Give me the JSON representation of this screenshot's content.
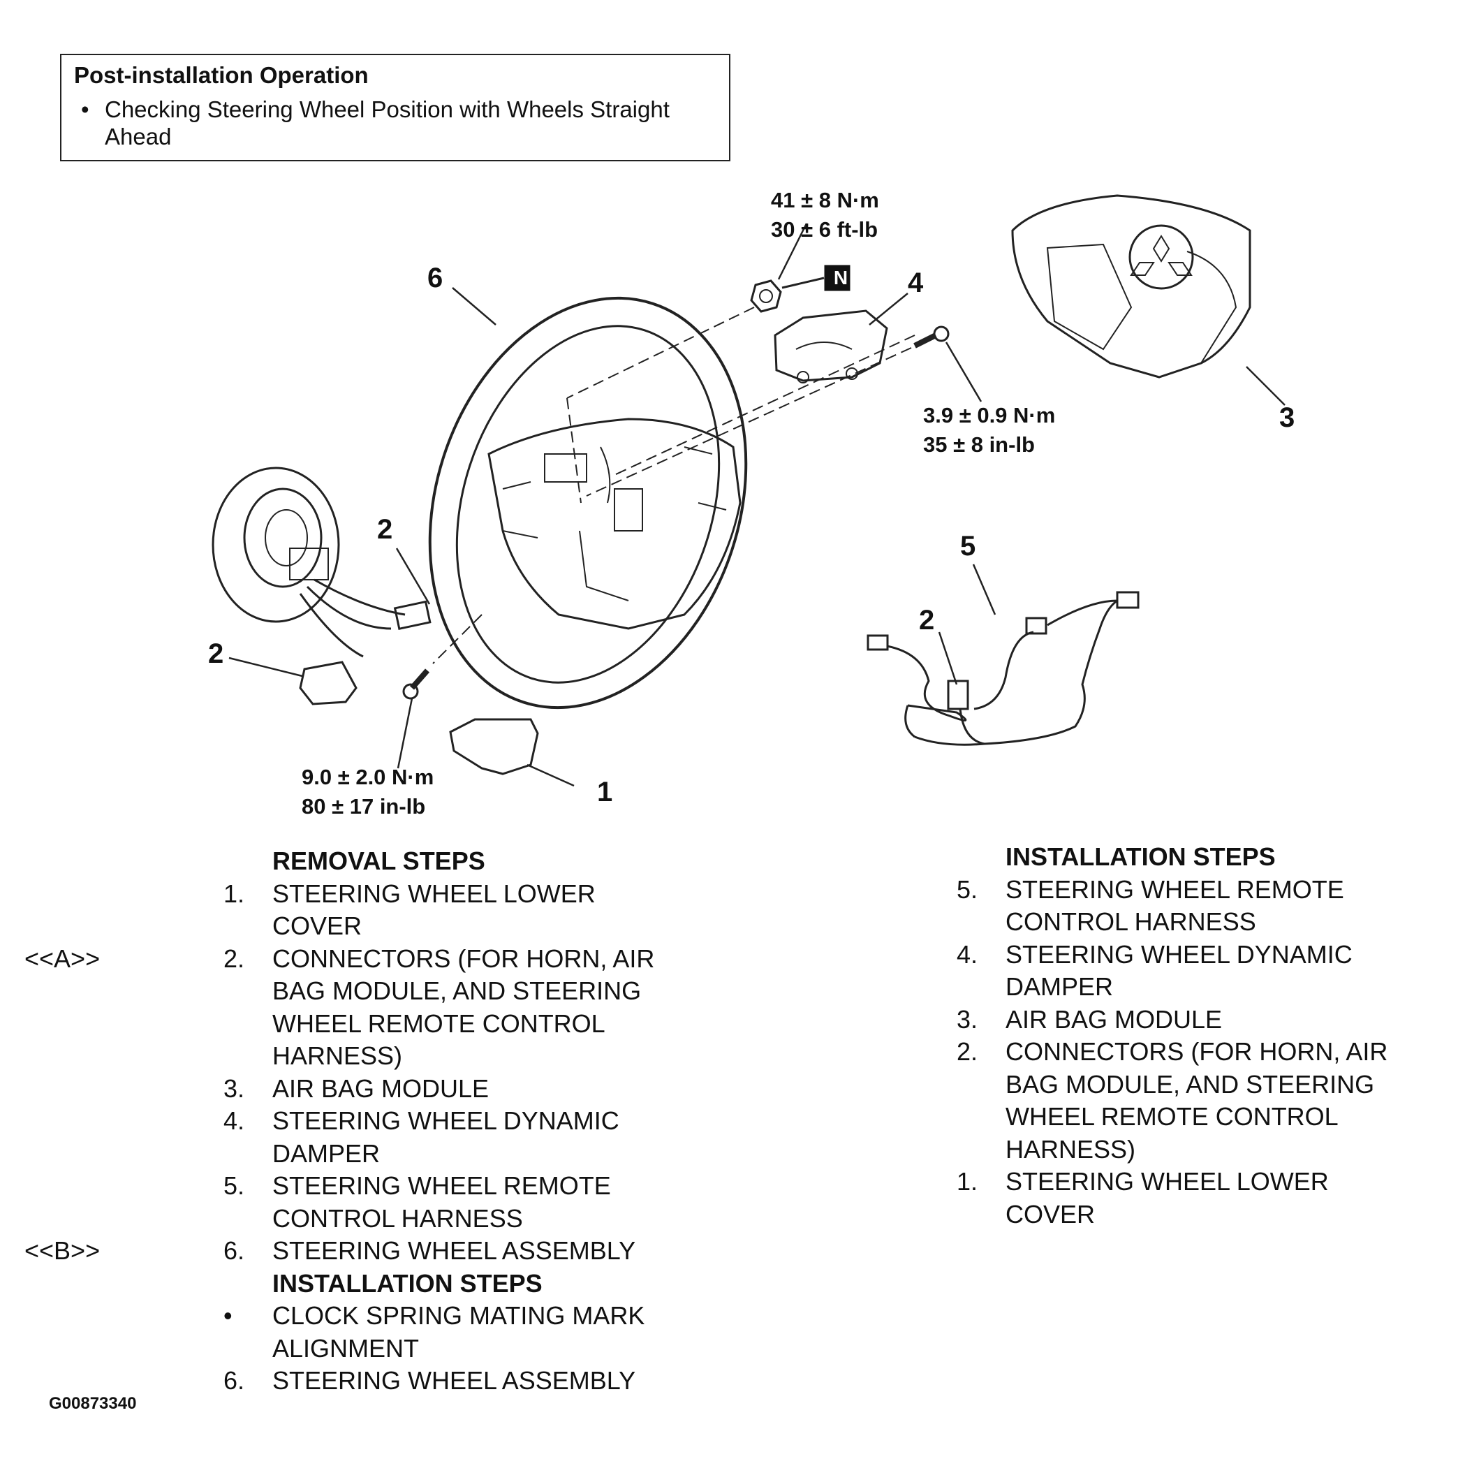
{
  "post_install": {
    "title": "Post-installation Operation",
    "bullet": "Checking Steering Wheel Position with Wheels Straight Ahead"
  },
  "callouts": {
    "c1": "1",
    "c2a": "2",
    "c2b": "2",
    "c2c": "2",
    "c3": "3",
    "c4": "4",
    "c5": "5",
    "c6": "6",
    "n": "N"
  },
  "torques": {
    "t_nut": [
      "41 ± 8 N·m",
      "30 ± 6 ft-lb"
    ],
    "t_damper": [
      "3.9 ± 0.9 N·m",
      "35 ± 8 in-lb"
    ],
    "t_cover": [
      "9.0 ± 2.0 N·m",
      "80 ± 17 in-lb"
    ]
  },
  "removal": {
    "title": "REMOVAL STEPS",
    "steps": [
      {
        "num": "1.",
        "tag": "",
        "lines": [
          "STEERING WHEEL LOWER",
          "COVER"
        ]
      },
      {
        "num": "2.",
        "tag": "<<A>>",
        "lines": [
          "CONNECTORS (FOR HORN, AIR",
          "BAG MODULE, AND STEERING",
          "WHEEL REMOTE CONTROL",
          "HARNESS)"
        ]
      },
      {
        "num": "3.",
        "tag": "",
        "lines": [
          "AIR BAG MODULE"
        ]
      },
      {
        "num": "4.",
        "tag": "",
        "lines": [
          "STEERING WHEEL DYNAMIC",
          "DAMPER"
        ]
      },
      {
        "num": "5.",
        "tag": "",
        "lines": [
          "STEERING WHEEL REMOTE",
          "CONTROL HARNESS"
        ]
      },
      {
        "num": "6.",
        "tag": "<<B>>",
        "lines": [
          "STEERING WHEEL ASSEMBLY"
        ]
      }
    ],
    "install_title": "INSTALLATION STEPS",
    "install_steps": [
      {
        "num": "•",
        "tag": "",
        "lines": [
          "CLOCK SPRING MATING MARK",
          "ALIGNMENT"
        ]
      },
      {
        "num": "6.",
        "tag": "",
        "lines": [
          "STEERING WHEEL ASSEMBLY"
        ]
      }
    ]
  },
  "installation": {
    "title": "INSTALLATION STEPS",
    "steps": [
      {
        "num": "5.",
        "lines": [
          "STEERING WHEEL REMOTE",
          "CONTROL HARNESS"
        ]
      },
      {
        "num": "4.",
        "lines": [
          "STEERING WHEEL DYNAMIC",
          "DAMPER"
        ]
      },
      {
        "num": "3.",
        "lines": [
          "AIR BAG MODULE"
        ]
      },
      {
        "num": "2.",
        "lines": [
          "CONNECTORS (FOR HORN, AIR",
          "BAG MODULE, AND STEERING",
          "WHEEL REMOTE CONTROL",
          "HARNESS)"
        ]
      },
      {
        "num": "1.",
        "lines": [
          "STEERING WHEEL LOWER",
          "COVER"
        ]
      }
    ]
  },
  "figure_id": "G00873340"
}
